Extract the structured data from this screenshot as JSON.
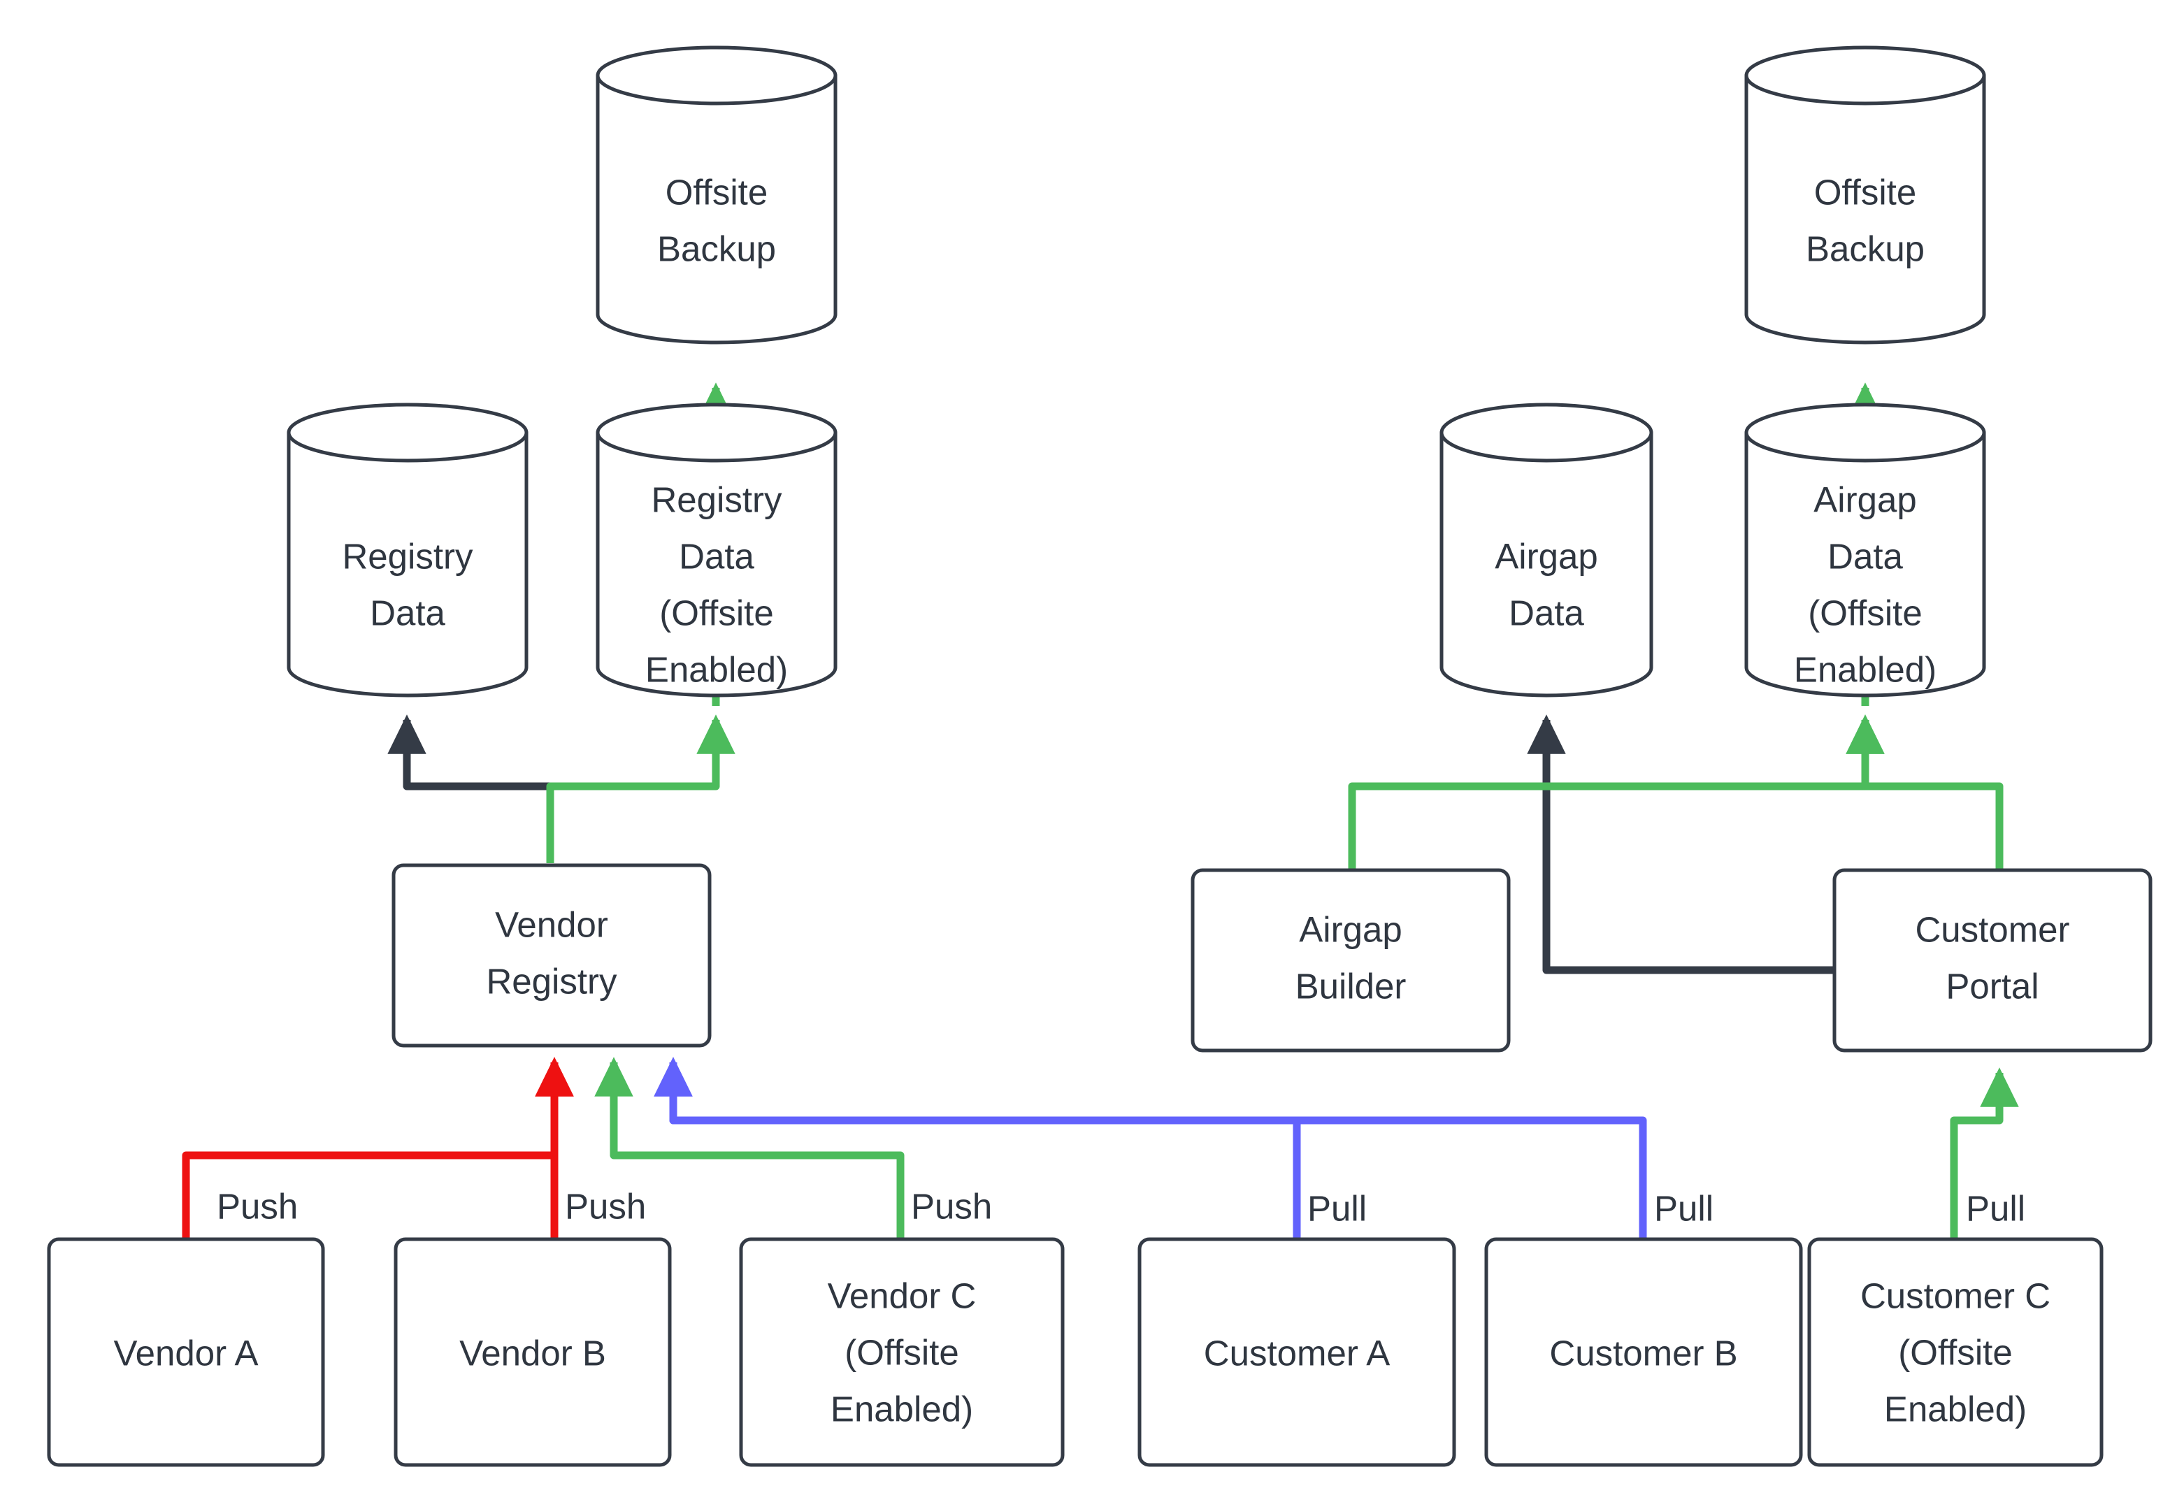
{
  "diagram": {
    "type": "flowchart",
    "background": "#ffffff",
    "colors": {
      "stroke_dark": "#343b46",
      "text": "#2f3640",
      "edge_default": "#343b46",
      "edge_green": "#4cbb5c",
      "edge_red": "#ee1111",
      "edge_blue": "#6262fc",
      "node_fill": "#ffffff"
    },
    "nodes": [
      {
        "id": "offsite-backup-left",
        "shape": "cylinder",
        "label": "Offsite Backup"
      },
      {
        "id": "registry-data",
        "shape": "cylinder",
        "label": "Registry Data"
      },
      {
        "id": "registry-data-offsite",
        "shape": "cylinder",
        "label": "Registry Data (Offsite Enabled)"
      },
      {
        "id": "vendor-registry",
        "shape": "rect",
        "label": "Vendor Registry"
      },
      {
        "id": "vendor-a",
        "shape": "rect",
        "label": "Vendor A"
      },
      {
        "id": "vendor-b",
        "shape": "rect",
        "label": "Vendor B"
      },
      {
        "id": "vendor-c",
        "shape": "rect",
        "label": "Vendor C (Offsite Enabled)"
      },
      {
        "id": "offsite-backup-right",
        "shape": "cylinder",
        "label": "Offsite Backup"
      },
      {
        "id": "airgap-data",
        "shape": "cylinder",
        "label": "Airgap Data"
      },
      {
        "id": "airgap-data-offsite",
        "shape": "cylinder",
        "label": "Airgap Data (Offsite Enabled)"
      },
      {
        "id": "airgap-builder",
        "shape": "rect",
        "label": "Airgap Builder"
      },
      {
        "id": "customer-portal",
        "shape": "rect",
        "label": "Customer Portal"
      },
      {
        "id": "customer-a",
        "shape": "rect",
        "label": "Customer A"
      },
      {
        "id": "customer-b",
        "shape": "rect",
        "label": "Customer B"
      },
      {
        "id": "customer-c",
        "shape": "rect",
        "label": "Customer C (Offsite Enabled)"
      }
    ],
    "edges": [
      {
        "from": "registry-data-offsite",
        "to": "offsite-backup-left",
        "label": "",
        "color": "#4cbb5c"
      },
      {
        "from": "vendor-registry",
        "to": "registry-data",
        "label": "",
        "color": "#343b46"
      },
      {
        "from": "vendor-registry",
        "to": "registry-data-offsite",
        "label": "",
        "color": "#4cbb5c"
      },
      {
        "from": "vendor-a",
        "to": "vendor-registry",
        "label": "Push",
        "color": "#ee1111"
      },
      {
        "from": "vendor-b",
        "to": "vendor-registry",
        "label": "Push",
        "color": "#ee1111"
      },
      {
        "from": "vendor-c",
        "to": "vendor-registry",
        "label": "Push",
        "color": "#4cbb5c"
      },
      {
        "from": "customer-a",
        "to": "vendor-registry",
        "label": "Pull",
        "color": "#6262fc"
      },
      {
        "from": "customer-b",
        "to": "vendor-registry",
        "label": "Pull",
        "color": "#6262fc"
      },
      {
        "from": "customer-c",
        "to": "customer-portal",
        "label": "Pull",
        "color": "#4cbb5c"
      },
      {
        "from": "airgap-data-offsite",
        "to": "offsite-backup-right",
        "label": "",
        "color": "#4cbb5c"
      },
      {
        "from": "customer-portal",
        "to": "airgap-data",
        "label": "",
        "color": "#343b46"
      },
      {
        "from": "airgap-builder",
        "to": "airgap-data-offsite",
        "label": "",
        "color": "#4cbb5c"
      },
      {
        "from": "customer-portal",
        "to": "airgap-data-offsite",
        "label": "",
        "color": "#4cbb5c"
      }
    ]
  },
  "labels": {
    "offsite_backup_left_l1": "Offsite",
    "offsite_backup_left_l2": "Backup",
    "registry_data_l1": "Registry",
    "registry_data_l2": "Data",
    "registry_data_offsite_l1": "Registry",
    "registry_data_offsite_l2": "Data",
    "registry_data_offsite_l3": "(Offsite",
    "registry_data_offsite_l4": "Enabled)",
    "vendor_registry_l1": "Vendor",
    "vendor_registry_l2": "Registry",
    "vendor_a": "Vendor A",
    "vendor_b": "Vendor B",
    "vendor_c_l1": "Vendor C",
    "vendor_c_l2": "(Offsite",
    "vendor_c_l3": "Enabled)",
    "offsite_backup_right_l1": "Offsite",
    "offsite_backup_right_l2": "Backup",
    "airgap_data_l1": "Airgap",
    "airgap_data_l2": "Data",
    "airgap_data_offsite_l1": "Airgap",
    "airgap_data_offsite_l2": "Data",
    "airgap_data_offsite_l3": "(Offsite",
    "airgap_data_offsite_l4": "Enabled)",
    "airgap_builder_l1": "Airgap",
    "airgap_builder_l2": "Builder",
    "customer_portal_l1": "Customer",
    "customer_portal_l2": "Portal",
    "customer_a": "Customer A",
    "customer_b": "Customer B",
    "customer_c_l1": "Customer C",
    "customer_c_l2": "(Offsite",
    "customer_c_l3": "Enabled)",
    "push_a": "Push",
    "push_b": "Push",
    "push_c": "Push",
    "pull_a": "Pull",
    "pull_b": "Pull",
    "pull_c": "Pull"
  }
}
